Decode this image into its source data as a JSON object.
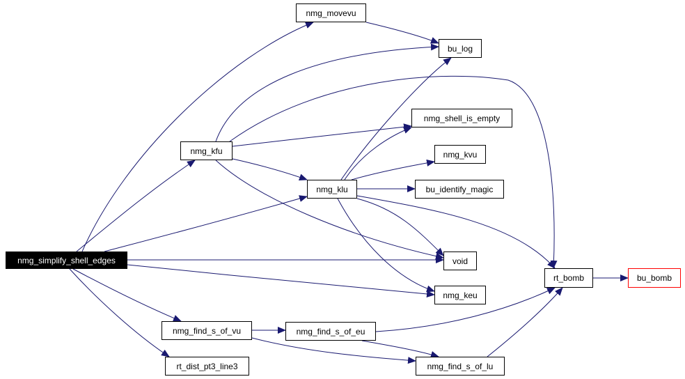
{
  "graph": {
    "edge_color": "#191970",
    "nodes": {
      "root": {
        "label": "nmg_simplify_shell_edges",
        "fill": "#000000",
        "text_color": "#ffffff",
        "border": "#000000"
      },
      "movevu": {
        "label": "nmg_movevu"
      },
      "bu_log": {
        "label": "bu_log"
      },
      "kfu": {
        "label": "nmg_kfu"
      },
      "shell_is_empty": {
        "label": "nmg_shell_is_empty"
      },
      "kvu": {
        "label": "nmg_kvu"
      },
      "klu": {
        "label": "nmg_klu"
      },
      "bu_identify_magic": {
        "label": "bu_identify_magic"
      },
      "void": {
        "label": "void"
      },
      "rt_bomb": {
        "label": "rt_bomb"
      },
      "bu_bomb": {
        "label": "bu_bomb",
        "border": "#ff0000"
      },
      "keu": {
        "label": "nmg_keu"
      },
      "find_s_of_vu": {
        "label": "nmg_find_s_of_vu"
      },
      "find_s_of_eu": {
        "label": "nmg_find_s_of_eu"
      },
      "rt_dist_pt3_line3": {
        "label": "rt_dist_pt3_line3"
      },
      "find_s_of_lu": {
        "label": "nmg_find_s_of_lu"
      }
    }
  }
}
